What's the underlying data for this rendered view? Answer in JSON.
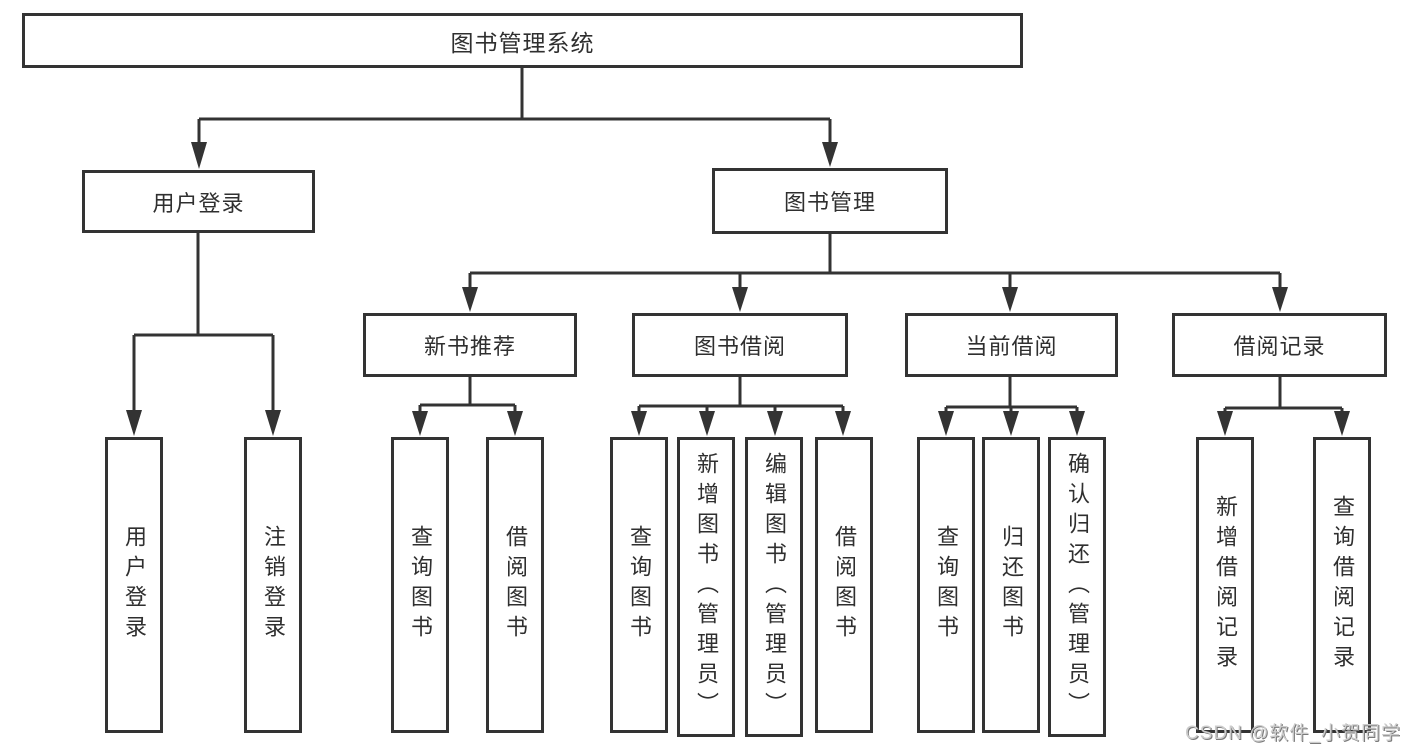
{
  "colors": {
    "line": "#333333",
    "text": "#2f2f2f",
    "background": "#ffffff",
    "watermark_text": "#cccccc"
  },
  "watermark": {
    "text": "CSDN @软件_小贺同学"
  },
  "tree": {
    "root": {
      "label": "图书管理系统"
    },
    "branches": [
      {
        "label": "用户登录",
        "children": [
          {
            "label": "用户登录"
          },
          {
            "label": "注销登录"
          }
        ]
      },
      {
        "label": "图书管理",
        "groups": [
          {
            "label": "新书推荐",
            "children": [
              {
                "label": "查询图书"
              },
              {
                "label": "借阅图书"
              }
            ]
          },
          {
            "label": "图书借阅",
            "children": [
              {
                "label": "查询图书"
              },
              {
                "label": "新增图书（管理员）"
              },
              {
                "label": "编辑图书（管理员）"
              },
              {
                "label": "借阅图书"
              }
            ]
          },
          {
            "label": "当前借阅",
            "children": [
              {
                "label": "查询图书"
              },
              {
                "label": "归还图书"
              },
              {
                "label": "确认归还（管理员）"
              }
            ]
          },
          {
            "label": "借阅记录",
            "children": [
              {
                "label": "新增借阅记录"
              },
              {
                "label": "查询借阅记录"
              }
            ]
          }
        ]
      }
    ]
  }
}
